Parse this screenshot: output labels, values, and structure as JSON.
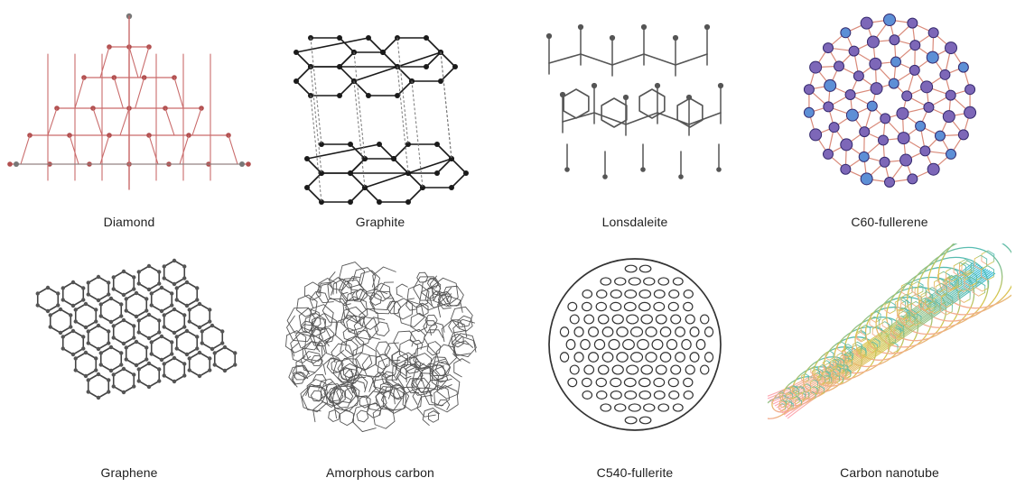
{
  "labels": {
    "diamond": "Diamond",
    "graphite": "Graphite",
    "lonsdaleite": "Lonsdaleite",
    "c60": "C60-fullerene",
    "graphene": "Graphene",
    "amorphous": "Amorphous carbon",
    "c540": "C540-fullerite",
    "nanotube": "Carbon nanotube"
  },
  "colors": {
    "diamond": "#c96b6b",
    "graphite": "#1a1a1a",
    "lonsdaleite": "#555555",
    "c60_atoms": "#7d67b8",
    "c60_bonds": "#d98a7a",
    "graphene": "#444444",
    "amorphous": "#555555",
    "c540": "#333333",
    "nanotube_start": "#ff9fb0",
    "nanotube_mid": "#d9c74c",
    "nanotube_end": "#26b8d8"
  }
}
